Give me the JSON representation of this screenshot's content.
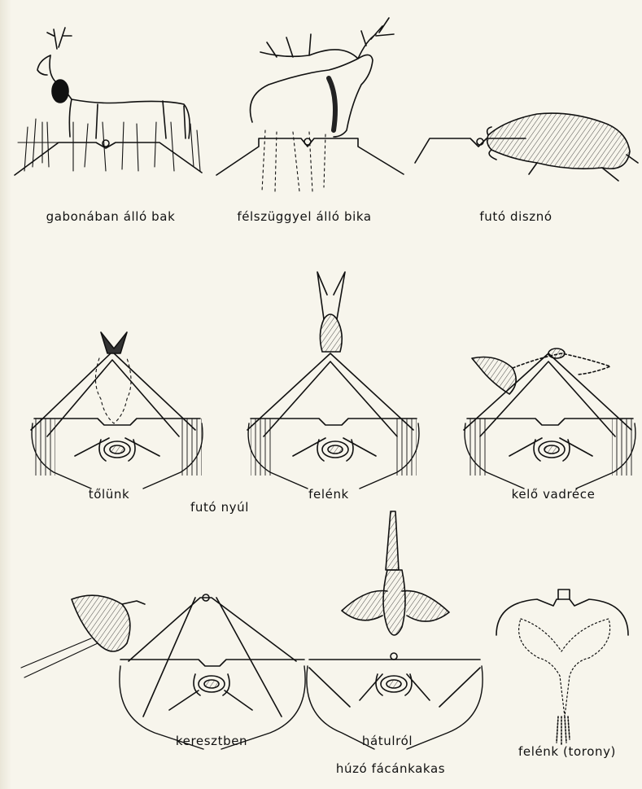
{
  "colors": {
    "paper": "#f7f5ec",
    "ink": "#111111"
  },
  "row1": {
    "roe_buck_label": "gabonában álló bak",
    "stag_label": "félszüggyel álló bika",
    "boar_label": "futó disznó"
  },
  "row2": {
    "hare_away_label": "tőlünk",
    "hare_caption": "futó nyúl",
    "hare_toward_label": "felénk",
    "duck_label": "kelő vadréce"
  },
  "row3": {
    "pheasant_cross_label": "keresztben",
    "pheasant_behind_label": "hátulról",
    "pheasant_caption": "húzó fácánkakas",
    "pheasant_tower_label": "felénk (torony)"
  }
}
